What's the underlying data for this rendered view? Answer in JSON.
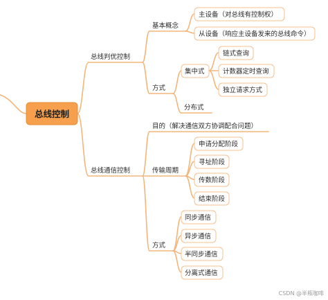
{
  "colors": {
    "root_fill": "#f6a04d",
    "root_stroke": "#e88b35",
    "line": "#f3b57a",
    "node_fill": "#ffffff",
    "node_stroke": "#f4c08e"
  },
  "root": "总线控制",
  "branches": {
    "arbitration": {
      "label": "总线判优控制",
      "basic_concepts": {
        "label": "基本概念",
        "items": [
          "主设备（对总线有控制权）",
          "从设备（响应主设备发来的总线命令）"
        ]
      },
      "methods": {
        "label": "方式",
        "centralized": {
          "label": "集中式",
          "items": [
            "链式查询",
            "计数器定时查询",
            "独立请求方式"
          ]
        },
        "distributed": "分布式"
      }
    },
    "communication": {
      "label": "总线通信控制",
      "purpose": "目的（解决通信双方协调配合问题）",
      "cycle": {
        "label": "传输周期",
        "items": [
          "申请分配阶段",
          "寻址阶段",
          "传数阶段",
          "结束阶段"
        ]
      },
      "methods": {
        "label": "方式",
        "items": [
          "同步通信",
          "异步通信",
          "半同步通信",
          "分离式通信"
        ]
      }
    }
  },
  "watermark": "CSDN @半瓶咖啡"
}
